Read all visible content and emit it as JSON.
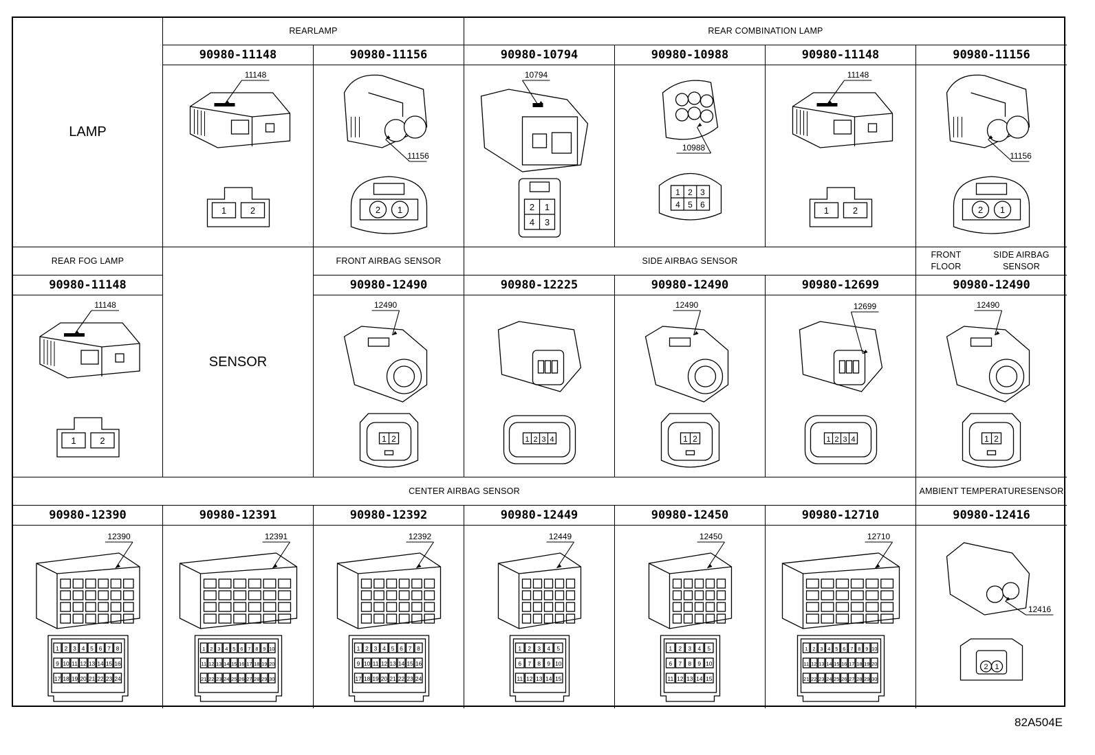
{
  "sections": {
    "lamp": {
      "title": "LAMP",
      "groups": {
        "rearlamp": "REARLAMP",
        "rear_combination_lamp": "REAR COMBINATION LAMP"
      },
      "connectors": [
        {
          "part": "90980-11148",
          "callout": "11148",
          "view": "A",
          "pins": [
            "1",
            "2"
          ]
        },
        {
          "part": "90980-11156",
          "callout": "11156",
          "view": "B",
          "pins": [
            "2",
            "1"
          ]
        },
        {
          "part": "90980-10794",
          "callout": "10794",
          "view": "C",
          "pins": [
            "2",
            "1",
            "4",
            "3"
          ]
        },
        {
          "part": "90980-10988",
          "callout": "10988",
          "view": "D",
          "pins": [
            "1",
            "2",
            "3",
            "4",
            "5",
            "6"
          ]
        },
        {
          "part": "90980-11148",
          "callout": "11148",
          "view": "A",
          "pins": [
            "1",
            "2"
          ]
        },
        {
          "part": "90980-11156",
          "callout": "11156",
          "view": "B",
          "pins": [
            "2",
            "1"
          ]
        }
      ]
    },
    "sensor": {
      "title": "SENSOR",
      "groups": {
        "rear_fog_lamp": "REAR FOG LAMP",
        "front_airbag_sensor": "FRONT AIRBAG SENSOR",
        "side_airbag_sensor": "SIDE AIRBAG SENSOR",
        "front_floor_side_airbag_sensor": [
          "FRONT FLOOR",
          "SIDE AIRBAG SENSOR"
        ]
      },
      "rear_fog": {
        "part": "90980-11148",
        "callout": "11148",
        "view": "A",
        "pins": [
          "1",
          "2"
        ]
      },
      "connectors": [
        {
          "part": "90980-12490",
          "callout": "12490",
          "view": "E",
          "pins": [
            "1",
            "2"
          ]
        },
        {
          "part": "90980-12225",
          "callout": "",
          "view": "F",
          "pins": [
            "1",
            "2",
            "3",
            "4"
          ]
        },
        {
          "part": "90980-12490",
          "callout": "12490",
          "view": "E",
          "pins": [
            "1",
            "2"
          ]
        },
        {
          "part": "90980-12699",
          "callout": "12699",
          "view": "G",
          "pins": [
            "1",
            "2",
            "3",
            "4"
          ]
        },
        {
          "part": "90980-12490",
          "callout": "12490",
          "view": "E",
          "pins": [
            "1",
            "2"
          ]
        }
      ]
    },
    "center_airbag": {
      "groups": {
        "center_airbag_sensor": "CENTER AIRBAG SENSOR",
        "ambient_temperature_sensor": [
          "AMBIENT TEMPERATURE",
          "SENSOR"
        ]
      },
      "connectors": [
        {
          "part": "90980-12390",
          "callout": "12390",
          "view": "H",
          "cols": 8,
          "rows": 3,
          "pins": [
            "1",
            "2",
            "3",
            "4",
            "5",
            "6",
            "7",
            "8",
            "9",
            "10",
            "11",
            "12",
            "13",
            "14",
            "15",
            "16",
            "17",
            "18",
            "19",
            "20",
            "21",
            "22",
            "23",
            "24"
          ]
        },
        {
          "part": "90980-12391",
          "callout": "12391",
          "view": "H",
          "cols": 10,
          "rows": 3,
          "pins": [
            "1",
            "2",
            "3",
            "4",
            "5",
            "6",
            "7",
            "8",
            "9",
            "10",
            "11",
            "12",
            "13",
            "14",
            "15",
            "16",
            "17",
            "18",
            "19",
            "20",
            "21",
            "22",
            "23",
            "24",
            "25",
            "26",
            "27",
            "28",
            "29",
            "30"
          ]
        },
        {
          "part": "90980-12392",
          "callout": "12392",
          "view": "H",
          "cols": 8,
          "rows": 3,
          "pins": [
            "1",
            "2",
            "3",
            "4",
            "5",
            "6",
            "7",
            "8",
            "9",
            "10",
            "11",
            "12",
            "13",
            "14",
            "15",
            "16",
            "17",
            "18",
            "19",
            "20",
            "21",
            "22",
            "23",
            "24"
          ]
        },
        {
          "part": "90980-12449",
          "callout": "12449",
          "view": "H",
          "cols": 5,
          "rows": 3,
          "pins": [
            "1",
            "2",
            "3",
            "4",
            "5",
            "6",
            "7",
            "8",
            "9",
            "10",
            "11",
            "12",
            "13",
            "14",
            "15"
          ]
        },
        {
          "part": "90980-12450",
          "callout": "12450",
          "view": "H",
          "cols": 5,
          "rows": 3,
          "pins": [
            "1",
            "2",
            "3",
            "4",
            "5",
            "6",
            "7",
            "8",
            "9",
            "10",
            "11",
            "12",
            "13",
            "14",
            "15"
          ]
        },
        {
          "part": "90980-12710",
          "callout": "12710",
          "view": "H",
          "cols": 10,
          "rows": 3,
          "pins": [
            "1",
            "2",
            "3",
            "4",
            "5",
            "6",
            "7",
            "8",
            "9",
            "10",
            "11",
            "12",
            "13",
            "14",
            "15",
            "16",
            "17",
            "18",
            "19",
            "20",
            "21",
            "22",
            "23",
            "24",
            "25",
            "26",
            "27",
            "28",
            "29",
            "30"
          ]
        },
        {
          "part": "90980-12416",
          "callout": "12416",
          "view": "I",
          "pins": [
            "2",
            "1"
          ]
        }
      ]
    }
  },
  "figure_id": "82A504E"
}
